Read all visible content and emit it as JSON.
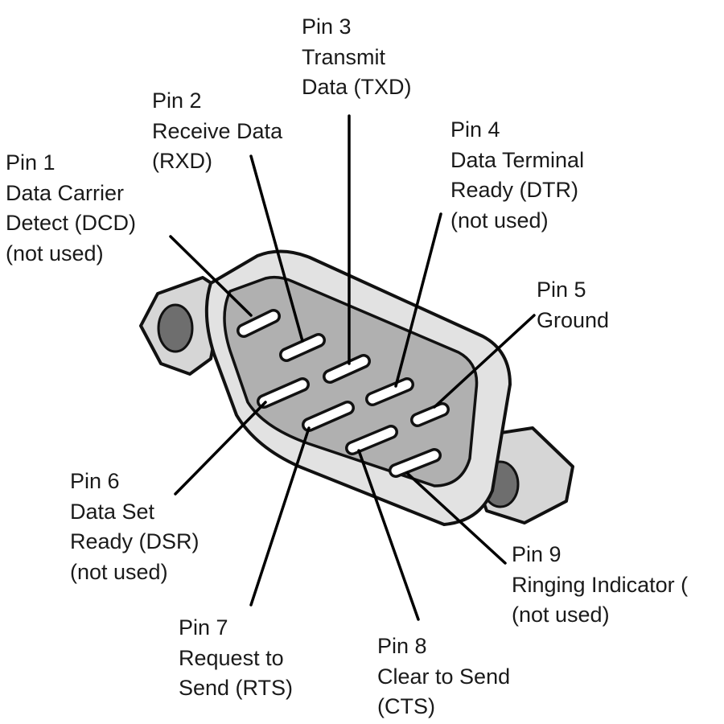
{
  "pins": [
    {
      "id": "pin-1",
      "lines": [
        "Pin 1",
        "Data Carrier",
        "Detect (DCD)",
        "(not used)"
      ]
    },
    {
      "id": "pin-2",
      "lines": [
        "Pin 2",
        "Receive Data",
        "(RXD)"
      ]
    },
    {
      "id": "pin-3",
      "lines": [
        "Pin 3",
        "Transmit",
        "Data (TXD)"
      ]
    },
    {
      "id": "pin-4",
      "lines": [
        "Pin 4",
        "Data Terminal",
        "Ready (DTR)",
        "(not used)"
      ]
    },
    {
      "id": "pin-5",
      "lines": [
        "Pin 5",
        "Ground"
      ]
    },
    {
      "id": "pin-6",
      "lines": [
        "Pin 6",
        "Data Set",
        "Ready (DSR)",
        "(not used)"
      ]
    },
    {
      "id": "pin-7",
      "lines": [
        "Pin 7",
        "Request to",
        "Send (RTS)"
      ]
    },
    {
      "id": "pin-8",
      "lines": [
        "Pin 8",
        "Clear to Send",
        "(CTS)"
      ]
    },
    {
      "id": "pin-9",
      "lines": [
        "Pin 9",
        "Ringing Indicator (",
        "(not used)"
      ]
    }
  ]
}
